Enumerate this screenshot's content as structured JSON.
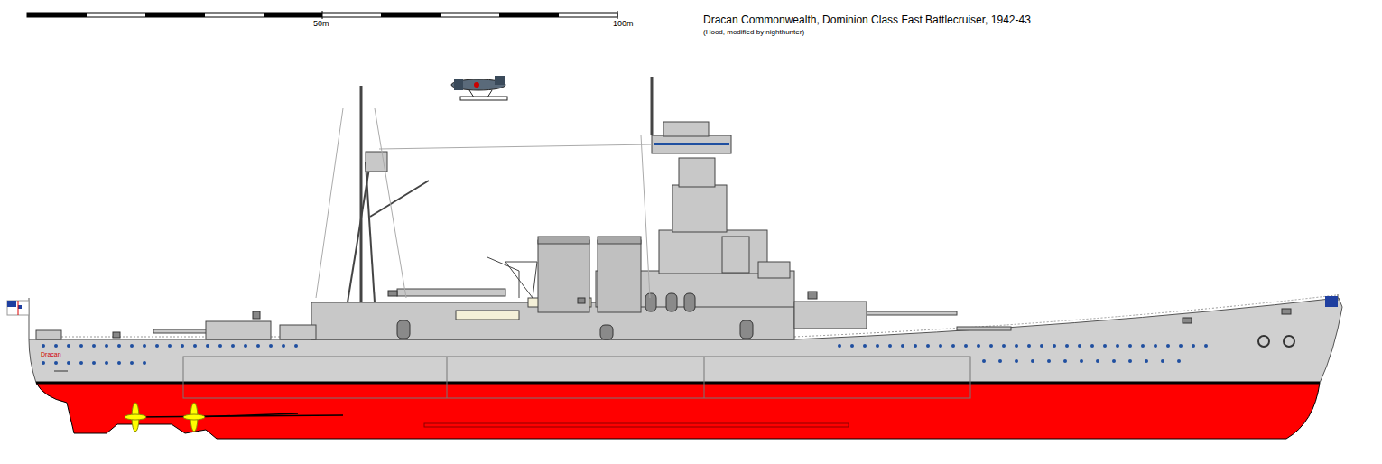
{
  "diagram": {
    "title": "Dracan Commonwealth, Dominion Class Fast Battlecruiser, 1942-43",
    "labels": [
      "50m",
      "100m",
      "(Hood, modified by nighthunter)",
      "Dracan"
    ]
  }
}
